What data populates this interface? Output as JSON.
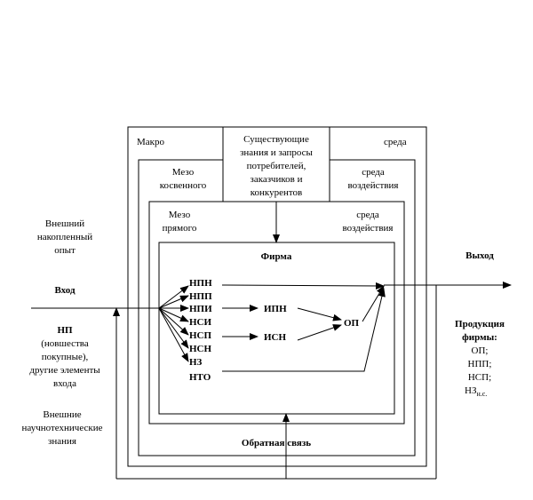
{
  "outer_box": {
    "left": "Макро",
    "right": "среда"
  },
  "center_box": [
    "Существующие",
    "знания и запросы",
    "потребителей,",
    "заказчиков и",
    "конкурентов"
  ],
  "mid_box": {
    "left": [
      "Мезо",
      "косвенного"
    ],
    "right": [
      "среда",
      "воздействия"
    ]
  },
  "inner_box": {
    "left": [
      "Мезо",
      "прямого"
    ],
    "right": [
      "среда",
      "воздействия"
    ]
  },
  "firm": {
    "title": "Фирма",
    "items": [
      "НПН",
      "НПП",
      "НПИ",
      "НСИ",
      "НСП",
      "НСН",
      "НЗ",
      "НТО"
    ],
    "ipn": "ИПН",
    "isn": "ИСН",
    "op": "ОП"
  },
  "left": {
    "external_experience": [
      "Внешний",
      "накопленный",
      "опыт"
    ],
    "input": "Вход",
    "np_title": "НП",
    "np_desc": [
      "(новшества",
      "покупные),",
      "другие элементы",
      "входа"
    ],
    "external_knowledge": [
      "Внешние",
      "научнотехнические",
      "знания"
    ]
  },
  "right": {
    "output": "Выход",
    "products_title": [
      "Продукция",
      "фирмы:"
    ],
    "products": [
      "ОП;",
      "НПП;",
      "НСП;"
    ],
    "nz": "НЗ",
    "nz_sub": "н.с."
  },
  "feedback": "Обратная связь"
}
